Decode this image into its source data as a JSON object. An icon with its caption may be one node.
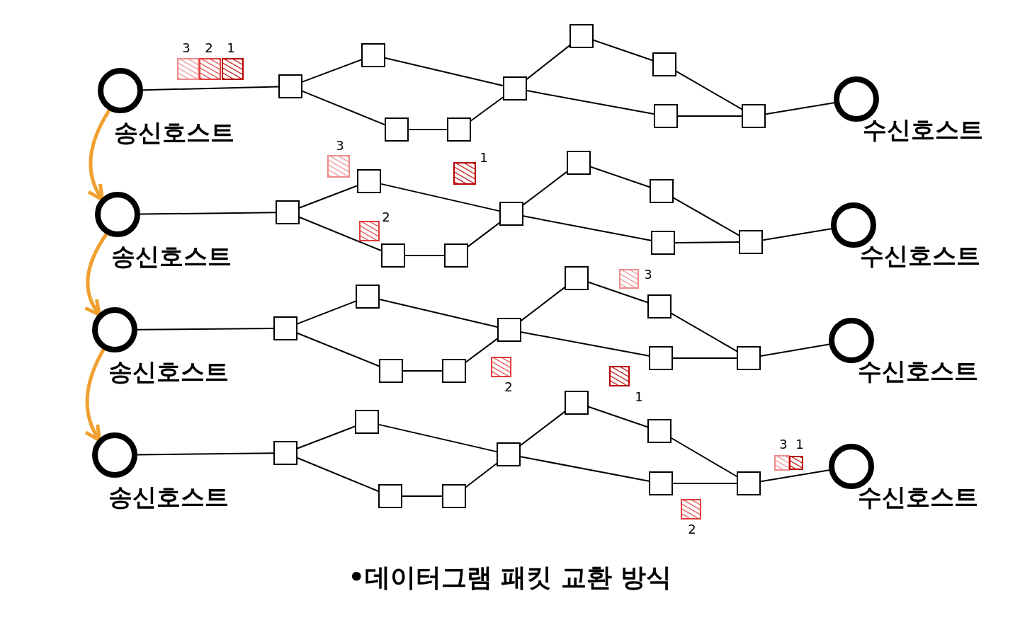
{
  "diagram": {
    "title": "•데이터그램 패킷 교환 방식",
    "nodes": [
      {
        "text": [
          "송신호스트"
        ]
      },
      {
        "text": [],
        "shape": "box"
      },
      {
        "text": [],
        "shape": "box"
      },
      {
        "text": [],
        "shape": "box"
      },
      {
        "text": [],
        "shape": "box"
      },
      {
        "text": [],
        "shape": "box"
      },
      {
        "text": [],
        "shape": "box"
      },
      {
        "text": [],
        "shape": "box"
      },
      {
        "text": [],
        "shape": "box"
      },
      {
        "text": [],
        "shape": "box"
      },
      {
        "text": [
          "수신호스트"
        ]
      },
      {
        "text": [],
        "shape": "box",
        "beside": [
          "3"
        ]
      },
      {
        "text": [],
        "shape": "box",
        "beside": [
          "2"
        ]
      },
      {
        "text": [],
        "shape": "box",
        "beside": [
          "1"
        ]
      },
      {
        "text": [
          "송신호스트"
        ]
      },
      {
        "text": [],
        "shape": "box"
      },
      {
        "text": [],
        "shape": "box"
      },
      {
        "text": [],
        "shape": "box"
      },
      {
        "text": [],
        "shape": "box"
      },
      {
        "text": [],
        "shape": "box"
      },
      {
        "text": [],
        "shape": "box"
      },
      {
        "text": [],
        "shape": "box"
      },
      {
        "text": [],
        "shape": "box"
      },
      {
        "text": [],
        "shape": "box"
      },
      {
        "text": [
          "수신호스트"
        ]
      },
      {
        "text": [],
        "shape": "box",
        "beside": [
          "3"
        ]
      },
      {
        "text": [],
        "shape": "box",
        "beside": [
          "1"
        ]
      },
      {
        "text": [],
        "shape": "box",
        "beside": [
          "2"
        ]
      },
      {
        "text": [
          "송신호스트"
        ]
      },
      {
        "text": [],
        "shape": "box"
      },
      {
        "text": [],
        "shape": "box"
      },
      {
        "text": [],
        "shape": "box"
      },
      {
        "text": [],
        "shape": "box"
      },
      {
        "text": [],
        "shape": "box"
      },
      {
        "text": [],
        "shape": "box"
      },
      {
        "text": [],
        "shape": "box"
      },
      {
        "text": [],
        "shape": "box"
      },
      {
        "text": [],
        "shape": "box"
      },
      {
        "text": [
          "수신호스트"
        ]
      },
      {
        "text": [],
        "shape": "box",
        "beside": [
          "3"
        ]
      },
      {
        "text": [],
        "shape": "box",
        "beside": [
          "2"
        ]
      },
      {
        "text": [],
        "shape": "box",
        "beside": [
          "1"
        ]
      },
      {
        "text": [
          "송신호스트"
        ]
      },
      {
        "text": [],
        "shape": "box"
      },
      {
        "text": [],
        "shape": "box"
      },
      {
        "text": [],
        "shape": "box"
      },
      {
        "text": [],
        "shape": "box"
      },
      {
        "text": [],
        "shape": "box"
      },
      {
        "text": [],
        "shape": "box"
      },
      {
        "text": [],
        "shape": "box"
      },
      {
        "text": [],
        "shape": "box"
      },
      {
        "text": [],
        "shape": "box"
      },
      {
        "text": [
          "수신호스트"
        ]
      },
      {
        "text": [],
        "shape": "box",
        "beside": [
          "3"
        ]
      },
      {
        "text": [],
        "shape": "box",
        "beside": [
          "1"
        ]
      },
      {
        "text": [],
        "shape": "box",
        "beside": [
          "2"
        ]
      }
    ],
    "edges": [
      {
        "from": 0,
        "to": 1,
        "arrow": "none"
      },
      {
        "from": 1,
        "to": 2,
        "arrow": "none"
      },
      {
        "from": 1,
        "to": 3,
        "arrow": "none"
      },
      {
        "from": 3,
        "to": 4,
        "arrow": "none"
      },
      {
        "from": 2,
        "to": 5,
        "arrow": "none"
      },
      {
        "from": 4,
        "to": 5,
        "arrow": "none"
      },
      {
        "from": 5,
        "to": 6,
        "arrow": "none"
      },
      {
        "from": 6,
        "to": 7,
        "arrow": "none"
      },
      {
        "from": 7,
        "to": 9,
        "arrow": "none"
      },
      {
        "from": 5,
        "to": 8,
        "arrow": "none"
      },
      {
        "from": 8,
        "to": 9,
        "arrow": "none"
      },
      {
        "from": 9,
        "to": 10,
        "arrow": "none"
      },
      {
        "from": 14,
        "to": 15,
        "arrow": "none"
      },
      {
        "from": 15,
        "to": 16,
        "arrow": "none"
      },
      {
        "from": 15,
        "to": 17,
        "arrow": "none"
      },
      {
        "from": 17,
        "to": 18,
        "arrow": "none"
      },
      {
        "from": 16,
        "to": 19,
        "arrow": "none"
      },
      {
        "from": 18,
        "to": 19,
        "arrow": "none"
      },
      {
        "from": 19,
        "to": 20,
        "arrow": "none"
      },
      {
        "from": 20,
        "to": 21,
        "arrow": "none"
      },
      {
        "from": 21,
        "to": 23,
        "arrow": "none"
      },
      {
        "from": 19,
        "to": 22,
        "arrow": "none"
      },
      {
        "from": 22,
        "to": 23,
        "arrow": "none"
      },
      {
        "from": 23,
        "to": 24,
        "arrow": "none"
      },
      {
        "from": 28,
        "to": 29,
        "arrow": "none"
      },
      {
        "from": 29,
        "to": 30,
        "arrow": "none"
      },
      {
        "from": 29,
        "to": 31,
        "arrow": "none"
      },
      {
        "from": 31,
        "to": 32,
        "arrow": "none"
      },
      {
        "from": 30,
        "to": 33,
        "arrow": "none"
      },
      {
        "from": 32,
        "to": 33,
        "arrow": "none"
      },
      {
        "from": 33,
        "to": 34,
        "arrow": "none"
      },
      {
        "from": 34,
        "to": 35,
        "arrow": "none"
      },
      {
        "from": 35,
        "to": 37,
        "arrow": "none"
      },
      {
        "from": 33,
        "to": 36,
        "arrow": "none"
      },
      {
        "from": 36,
        "to": 37,
        "arrow": "none"
      },
      {
        "from": 37,
        "to": 38,
        "arrow": "none"
      },
      {
        "from": 42,
        "to": 43,
        "arrow": "none"
      },
      {
        "from": 43,
        "to": 44,
        "arrow": "none"
      },
      {
        "from": 43,
        "to": 45,
        "arrow": "none"
      },
      {
        "from": 45,
        "to": 46,
        "arrow": "none"
      },
      {
        "from": 44,
        "to": 47,
        "arrow": "none"
      },
      {
        "from": 46,
        "to": 47,
        "arrow": "none"
      },
      {
        "from": 47,
        "to": 48,
        "arrow": "none"
      },
      {
        "from": 48,
        "to": 49,
        "arrow": "none"
      },
      {
        "from": 49,
        "to": 51,
        "arrow": "none"
      },
      {
        "from": 47,
        "to": 50,
        "arrow": "none"
      },
      {
        "from": 50,
        "to": 51,
        "arrow": "none"
      },
      {
        "from": 51,
        "to": 52,
        "arrow": "none"
      },
      {
        "from": 0,
        "to": 14,
        "arrow": "to",
        "style": "thick",
        "color": "#f0a030"
      },
      {
        "from": 14,
        "to": 28,
        "arrow": "to",
        "style": "thick",
        "color": "#f0a030"
      },
      {
        "from": 28,
        "to": 42,
        "arrow": "to",
        "style": "thick",
        "color": "#f0a030"
      }
    ]
  }
}
